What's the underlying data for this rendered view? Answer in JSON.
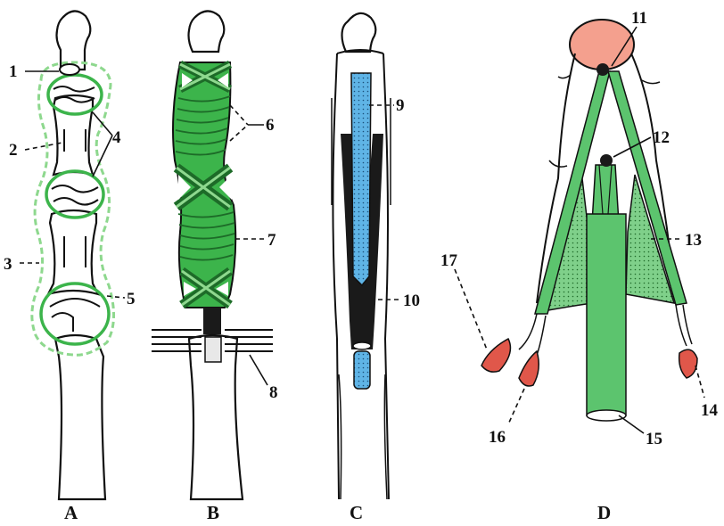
{
  "colors": {
    "sheath_green": "#3cb44b",
    "sheath_light": "#8ed88e",
    "tendon_blue": "#5fb4e6",
    "tendon_dark": "#1a1a1a",
    "mesotendon_green": "#5cc46e",
    "nail_pink": "#f4a08e",
    "lumbrical_red": "#e0574a",
    "outline": "#111111"
  },
  "panels": [
    "A",
    "B",
    "C",
    "D"
  ],
  "labels": [
    "1",
    "2",
    "3",
    "4",
    "5",
    "6",
    "7",
    "8",
    "9",
    "10",
    "11",
    "12",
    "13",
    "14",
    "15",
    "16",
    "17"
  ]
}
